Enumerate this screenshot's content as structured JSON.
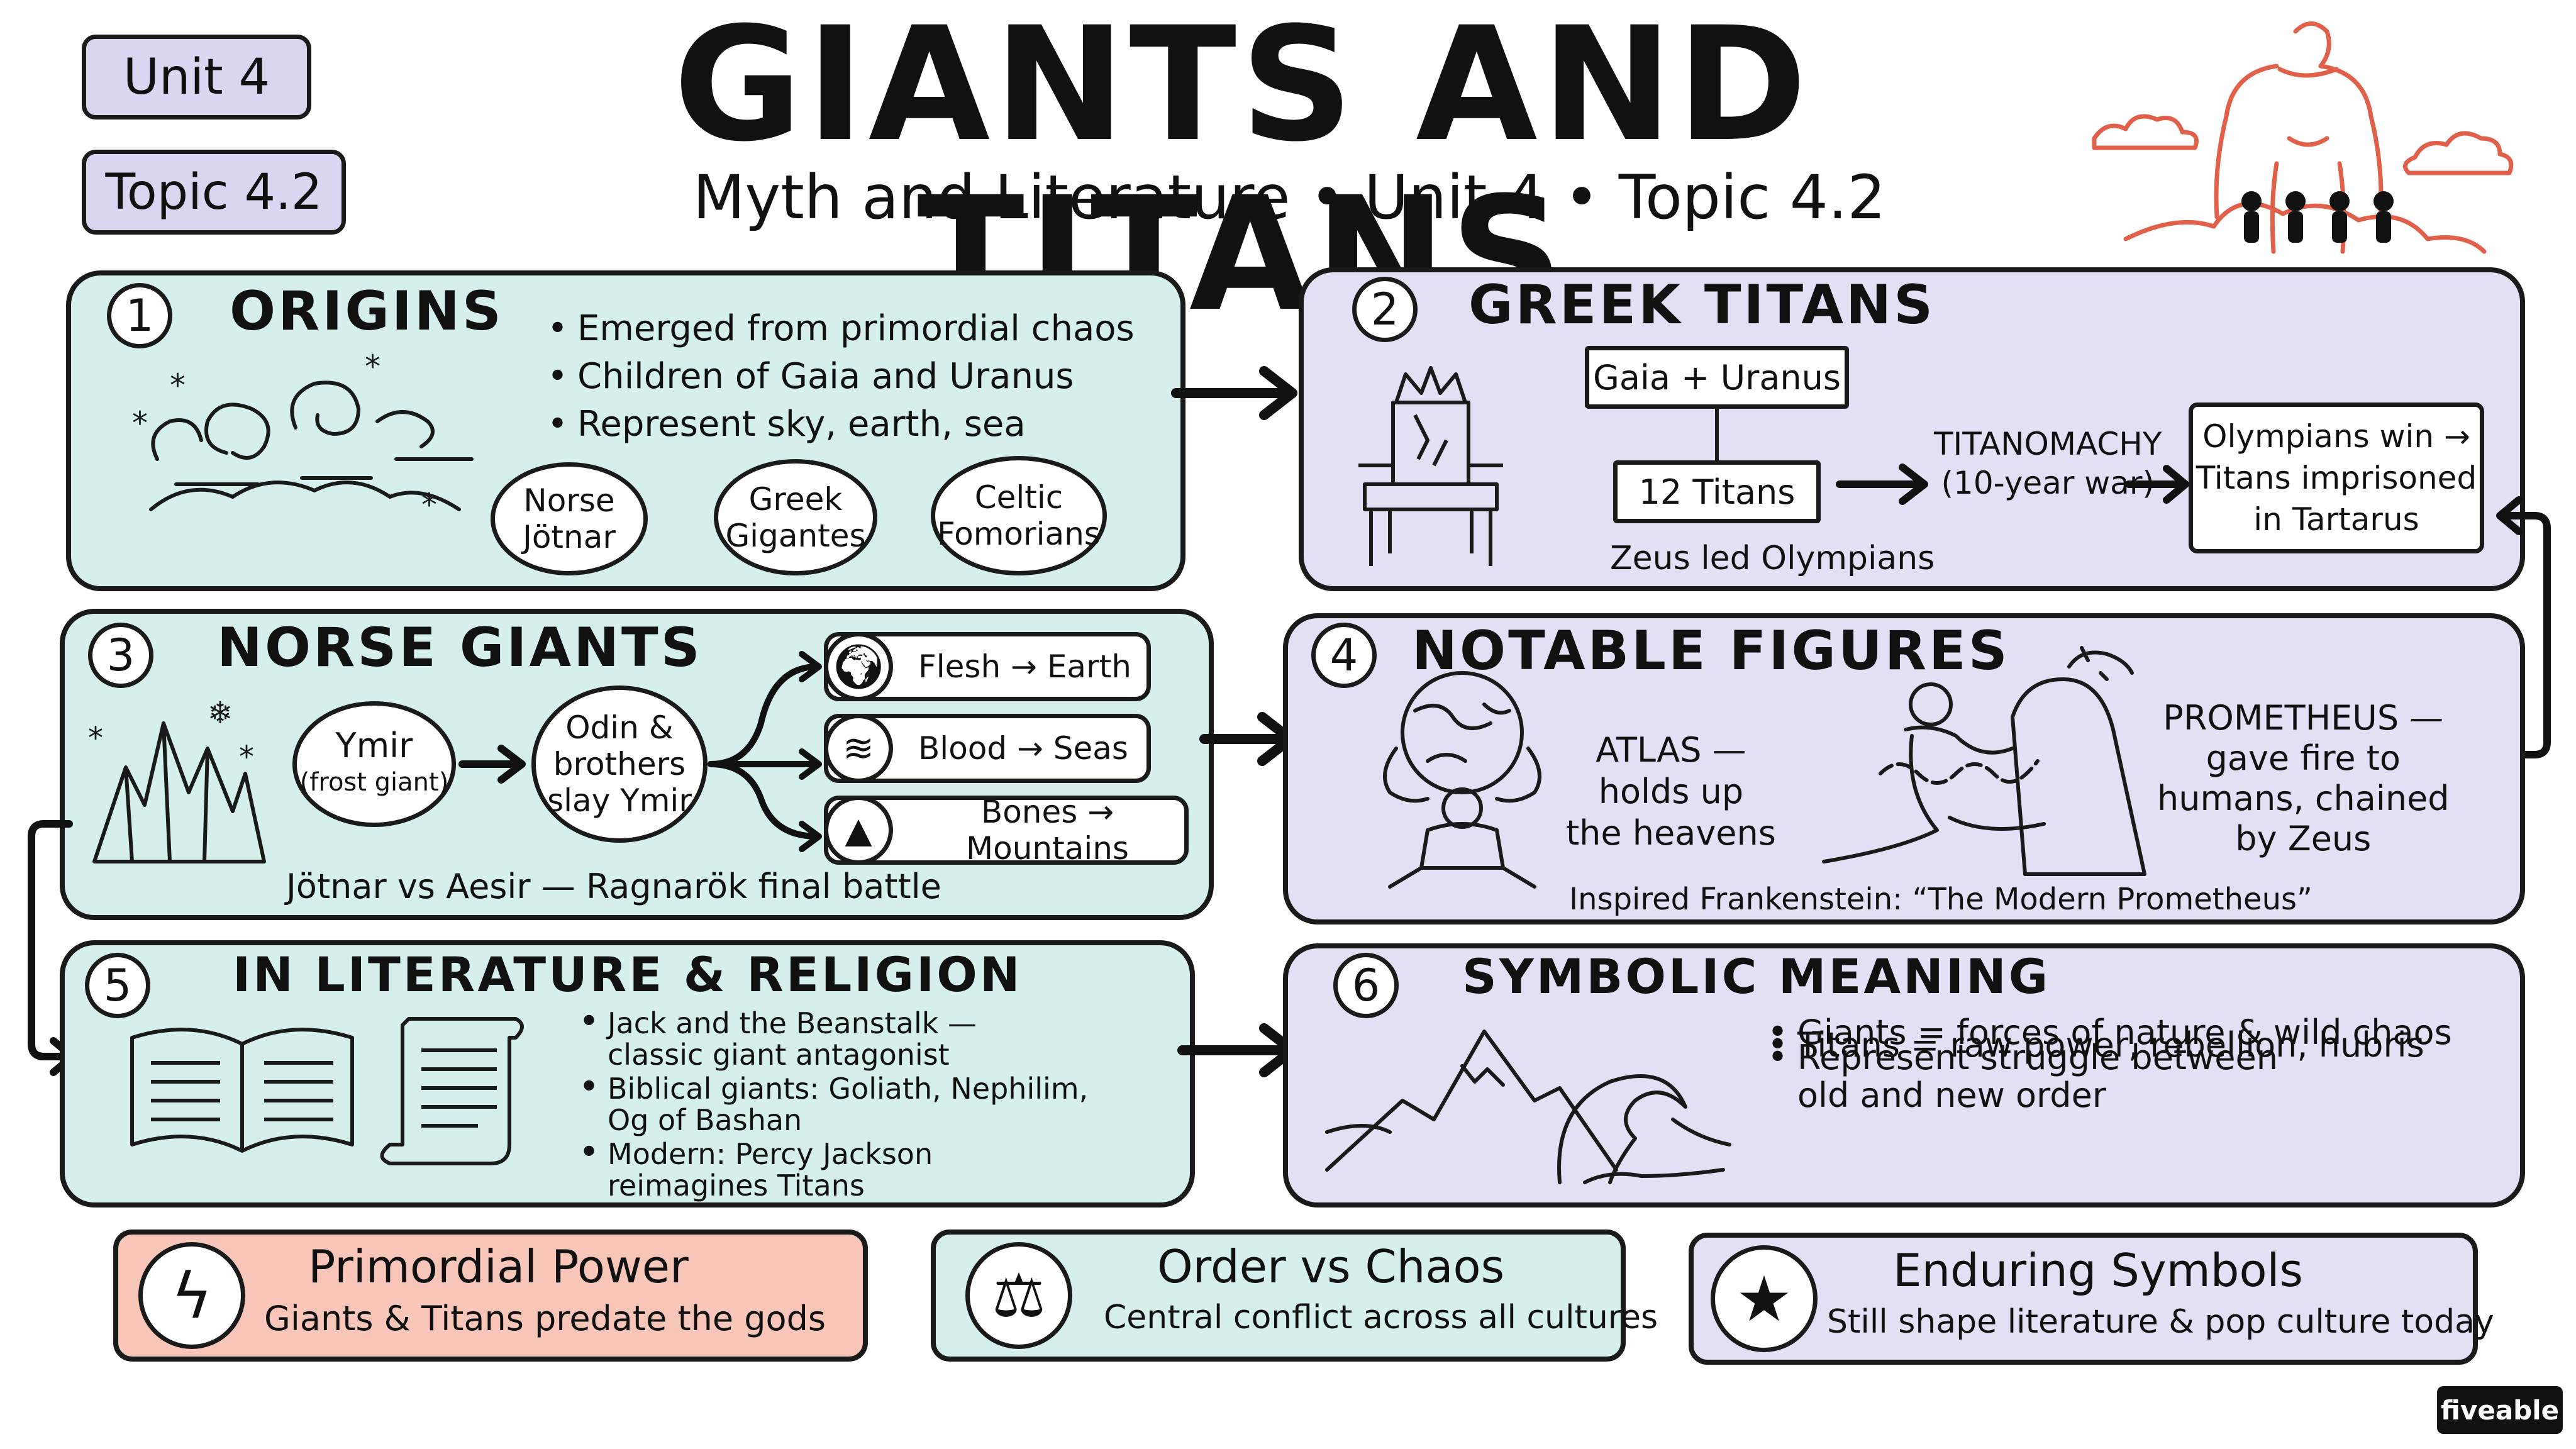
{
  "header": {
    "unit_tag": "Unit 4",
    "topic_tag": "Topic 4.2",
    "title": "GIANTS AND TITANS",
    "subtitle": "Myth and Literature • Unit 4 • Topic 4.2"
  },
  "origins": {
    "number": "1",
    "title": "ORIGINS",
    "bullets": [
      "Emerged from primordial chaos",
      "Children of Gaia and Uranus",
      "Represent sky, earth, sea"
    ],
    "ovals": [
      {
        "line1": "Norse",
        "line2": "Jötnar"
      },
      {
        "line1": "Greek",
        "line2": "Gigantes"
      },
      {
        "line1": "Celtic",
        "line2": "Fomorians"
      }
    ]
  },
  "greek": {
    "number": "2",
    "title": "GREEK TITANS",
    "parents": "Gaia + Uranus",
    "titans": "12 Titans",
    "war_line1": "TITANOMACHY",
    "war_line2": "(10-year war)",
    "result_line1": "Olympians win →",
    "result_line2": "Titans imprisoned",
    "result_line3": "in Tartarus",
    "caption": "Zeus led Olympians"
  },
  "norse": {
    "number": "3",
    "title": "NORSE GIANTS",
    "ymir_line1": "Ymir",
    "ymir_line2": "(frost giant)",
    "odin_line1": "Odin &",
    "odin_line2": "brothers",
    "odin_line3": "slay Ymir",
    "outcomes": [
      "Flesh → Earth",
      "Blood → Seas",
      "Bones → Mountains"
    ],
    "caption": "Jötnar vs Aesir — Ragnarök final battle"
  },
  "notable": {
    "number": "4",
    "title": "NOTABLE FIGURES",
    "atlas_line1": "ATLAS —",
    "atlas_line2": "holds up",
    "atlas_line3": "the heavens",
    "prom_line1": "PROMETHEUS —",
    "prom_line2": "gave fire to",
    "prom_line3": "humans, chained",
    "prom_line4": "by Zeus",
    "caption": "Inspired Frankenstein: “The Modern Prometheus”"
  },
  "literature": {
    "number": "5",
    "title": "IN LITERATURE & RELIGION",
    "bullets": [
      {
        "line1": "Jack and the Beanstalk —",
        "line2": "classic giant antagonist"
      },
      {
        "line1": "Biblical giants: Goliath, Nephilim,",
        "line2": "Og of Bashan"
      },
      {
        "line1": "Modern: Percy Jackson",
        "line2": "reimagines Titans"
      }
    ]
  },
  "symbolic": {
    "number": "6",
    "title": "SYMBOLIC MEANING",
    "bullets": [
      {
        "line1": "Giants = forces of nature & wild chaos",
        "line2": ""
      },
      {
        "line1": "Titans = raw power, rebellion, hubris",
        "line2": ""
      },
      {
        "line1": "Represent struggle between",
        "line2": "old and new order"
      }
    ]
  },
  "footer": [
    {
      "title": "Primordial Power",
      "sub": "Giants & Titans predate the gods",
      "icon": "lightning-icon",
      "color": "#f8c6b8"
    },
    {
      "title": "Order vs Chaos",
      "sub": "Central conflict across all cultures",
      "icon": "scales-icon",
      "color": "#d4efec"
    },
    {
      "title": "Enduring Symbols",
      "sub": "Still shape literature & pop culture today",
      "icon": "star-icon",
      "color": "#e4dff4"
    }
  ],
  "brand": "fiveable",
  "colors": {
    "mint": "#d4efec",
    "lavender": "#e4dff4",
    "salmon": "#f8c6b8",
    "accent_red": "#e0604a"
  }
}
